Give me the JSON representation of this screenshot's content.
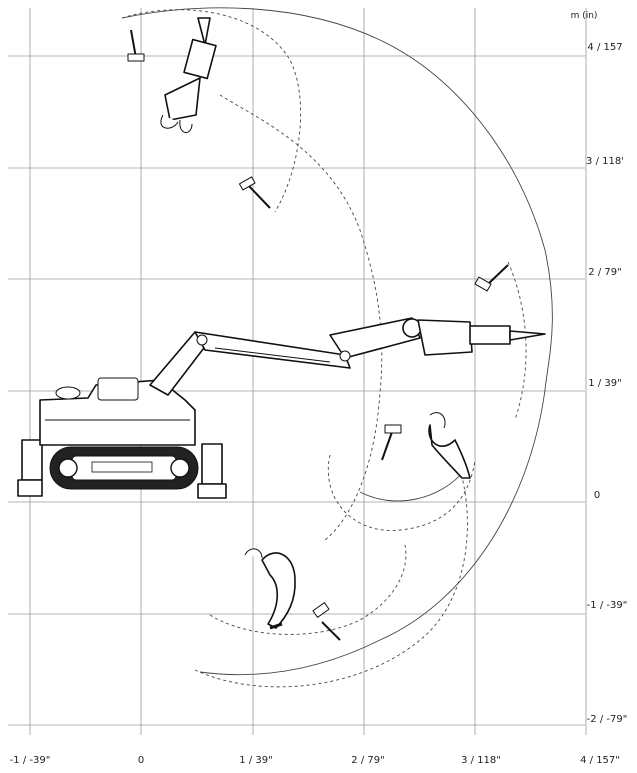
{
  "units_label": "m (in)",
  "x_ticks": [
    "-1 / -39\"",
    "0",
    "1 / 39\"",
    "2 / 79\"",
    "3 / 118\"",
    "4 / 157\""
  ],
  "y_ticks": [
    "4 / 157",
    "3 / 118'",
    "2 / 79\"",
    "1 / 39\"",
    "0",
    "-1 / -39\"",
    "-2 / -79\""
  ],
  "x_range_m": [
    -1,
    4
  ],
  "y_range_m": [
    -2,
    4
  ],
  "icons": [
    "demolition-robot-icon",
    "breaker-hammer-icon",
    "bucket-icon",
    "chisel-tool-icon"
  ]
}
